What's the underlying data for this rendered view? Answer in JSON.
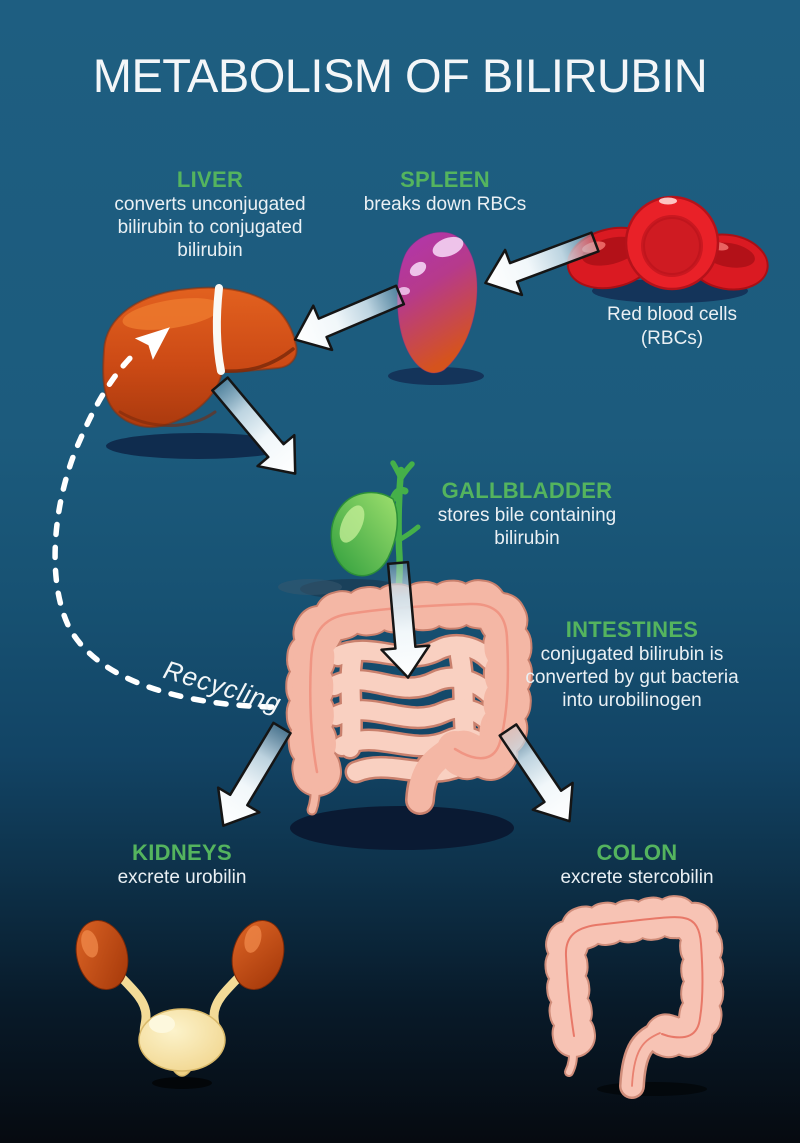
{
  "title": "METABOLISM OF BILIRUBIN",
  "colors": {
    "background_top": "#1e5e81",
    "background_bottom": "#060a10",
    "heading_green": "#54b45e",
    "body_text": "#eaf0f4",
    "arrow": "#ffffff",
    "liver_orange": "#d9561c",
    "spleen_purple": "#b135b0",
    "spleen_orange": "#d5531d",
    "gallbladder_green": "#45b049",
    "intestine_pink": "#f4b7a5",
    "rbc_red": "#e92128",
    "kidney_red": "#c84a14",
    "bladder_cream": "#f6e2a4"
  },
  "nodes": {
    "spleen": {
      "label": "SPLEEN",
      "desc": "breaks down RBCs"
    },
    "liver": {
      "label": "LIVER",
      "desc": "converts unconjugated\nbilirubin to conjugated\nbilirubin"
    },
    "rbc": {
      "caption": "Red blood cells\n(RBCs)"
    },
    "gallbladder": {
      "label": "GALLBLADDER",
      "desc": "stores bile containing\nbilirubin"
    },
    "intestines": {
      "label": "INTESTINES",
      "desc": "conjugated bilirubin is\nconverted by gut bacteria\ninto urobilinogen"
    },
    "kidneys": {
      "label": "KIDNEYS",
      "desc": "excrete urobilin"
    },
    "colon": {
      "label": "COLON",
      "desc": "excrete stercobilin"
    },
    "recycling": {
      "label": "Recycling"
    }
  }
}
